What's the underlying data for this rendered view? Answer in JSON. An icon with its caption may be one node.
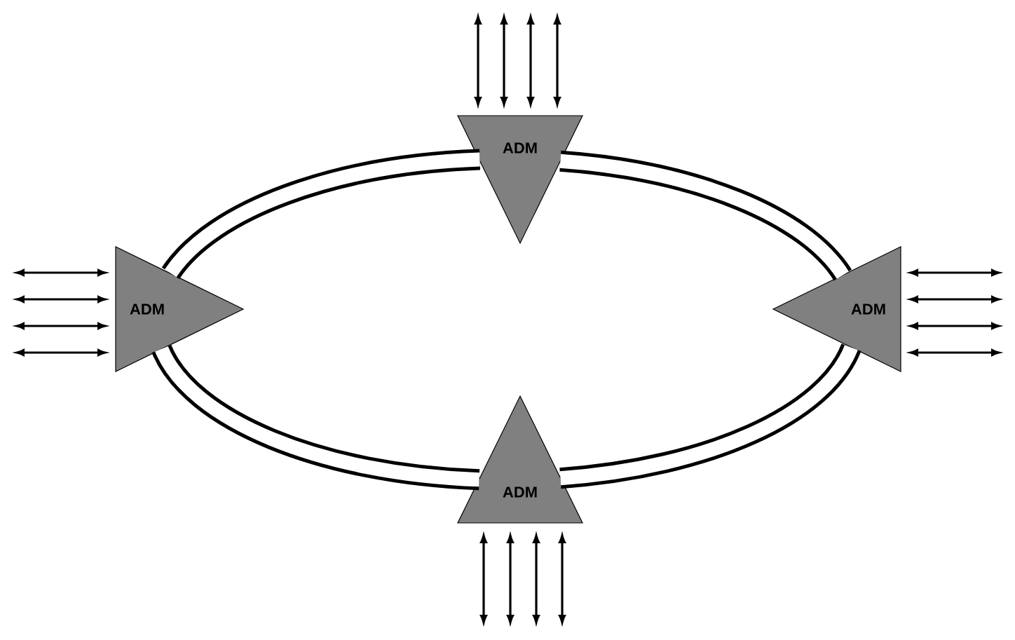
{
  "diagram": {
    "nodes": [
      {
        "text": [
          "ADM"
        ]
      },
      {
        "text": [
          "ADM"
        ]
      },
      {
        "text": [
          "ADM"
        ]
      },
      {
        "text": [
          "ADM"
        ]
      }
    ],
    "edges": [
      {
        "from": 0,
        "to": 1,
        "arrow": "none",
        "style": "thick"
      },
      {
        "from": 1,
        "to": 3,
        "arrow": "none",
        "style": "thick"
      },
      {
        "from": 3,
        "to": 2,
        "arrow": "none",
        "style": "thick"
      },
      {
        "from": 2,
        "to": 0,
        "arrow": "none",
        "style": "thick"
      },
      {
        "from": null,
        "to": 0,
        "arrow": "both"
      },
      {
        "from": null,
        "to": 0,
        "arrow": "both"
      },
      {
        "from": null,
        "to": 0,
        "arrow": "both"
      },
      {
        "from": null,
        "to": 0,
        "arrow": "both"
      },
      {
        "from": null,
        "to": 1,
        "arrow": "both"
      },
      {
        "from": null,
        "to": 1,
        "arrow": "both"
      },
      {
        "from": null,
        "to": 1,
        "arrow": "both"
      },
      {
        "from": null,
        "to": 1,
        "arrow": "both"
      },
      {
        "from": null,
        "to": 2,
        "arrow": "both"
      },
      {
        "from": null,
        "to": 2,
        "arrow": "both"
      },
      {
        "from": null,
        "to": 2,
        "arrow": "both"
      },
      {
        "from": null,
        "to": 2,
        "arrow": "both"
      },
      {
        "from": null,
        "to": 3,
        "arrow": "both"
      },
      {
        "from": null,
        "to": 3,
        "arrow": "both"
      },
      {
        "from": null,
        "to": 3,
        "arrow": "both"
      },
      {
        "from": null,
        "to": 3,
        "arrow": "both"
      }
    ]
  }
}
